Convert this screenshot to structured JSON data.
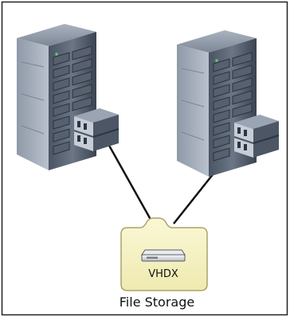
{
  "diagram": {
    "nodes": {
      "server_left": {
        "label": ""
      },
      "server_right": {
        "label": ""
      },
      "storage": {
        "label": "File Storage",
        "disk_label": "VHDX"
      }
    },
    "connections": [
      {
        "from": "server_left",
        "to": "storage"
      },
      {
        "from": "server_right",
        "to": "storage"
      }
    ]
  },
  "colors": {
    "frame": "#222222",
    "server_dark": "#3c4552",
    "server_mid": "#5b6676",
    "server_light": "#8c97a6",
    "folder_fill": "#f6f3c1",
    "folder_stroke": "#aaa56b",
    "connector": "#111111",
    "indicator": "#55d45f"
  }
}
